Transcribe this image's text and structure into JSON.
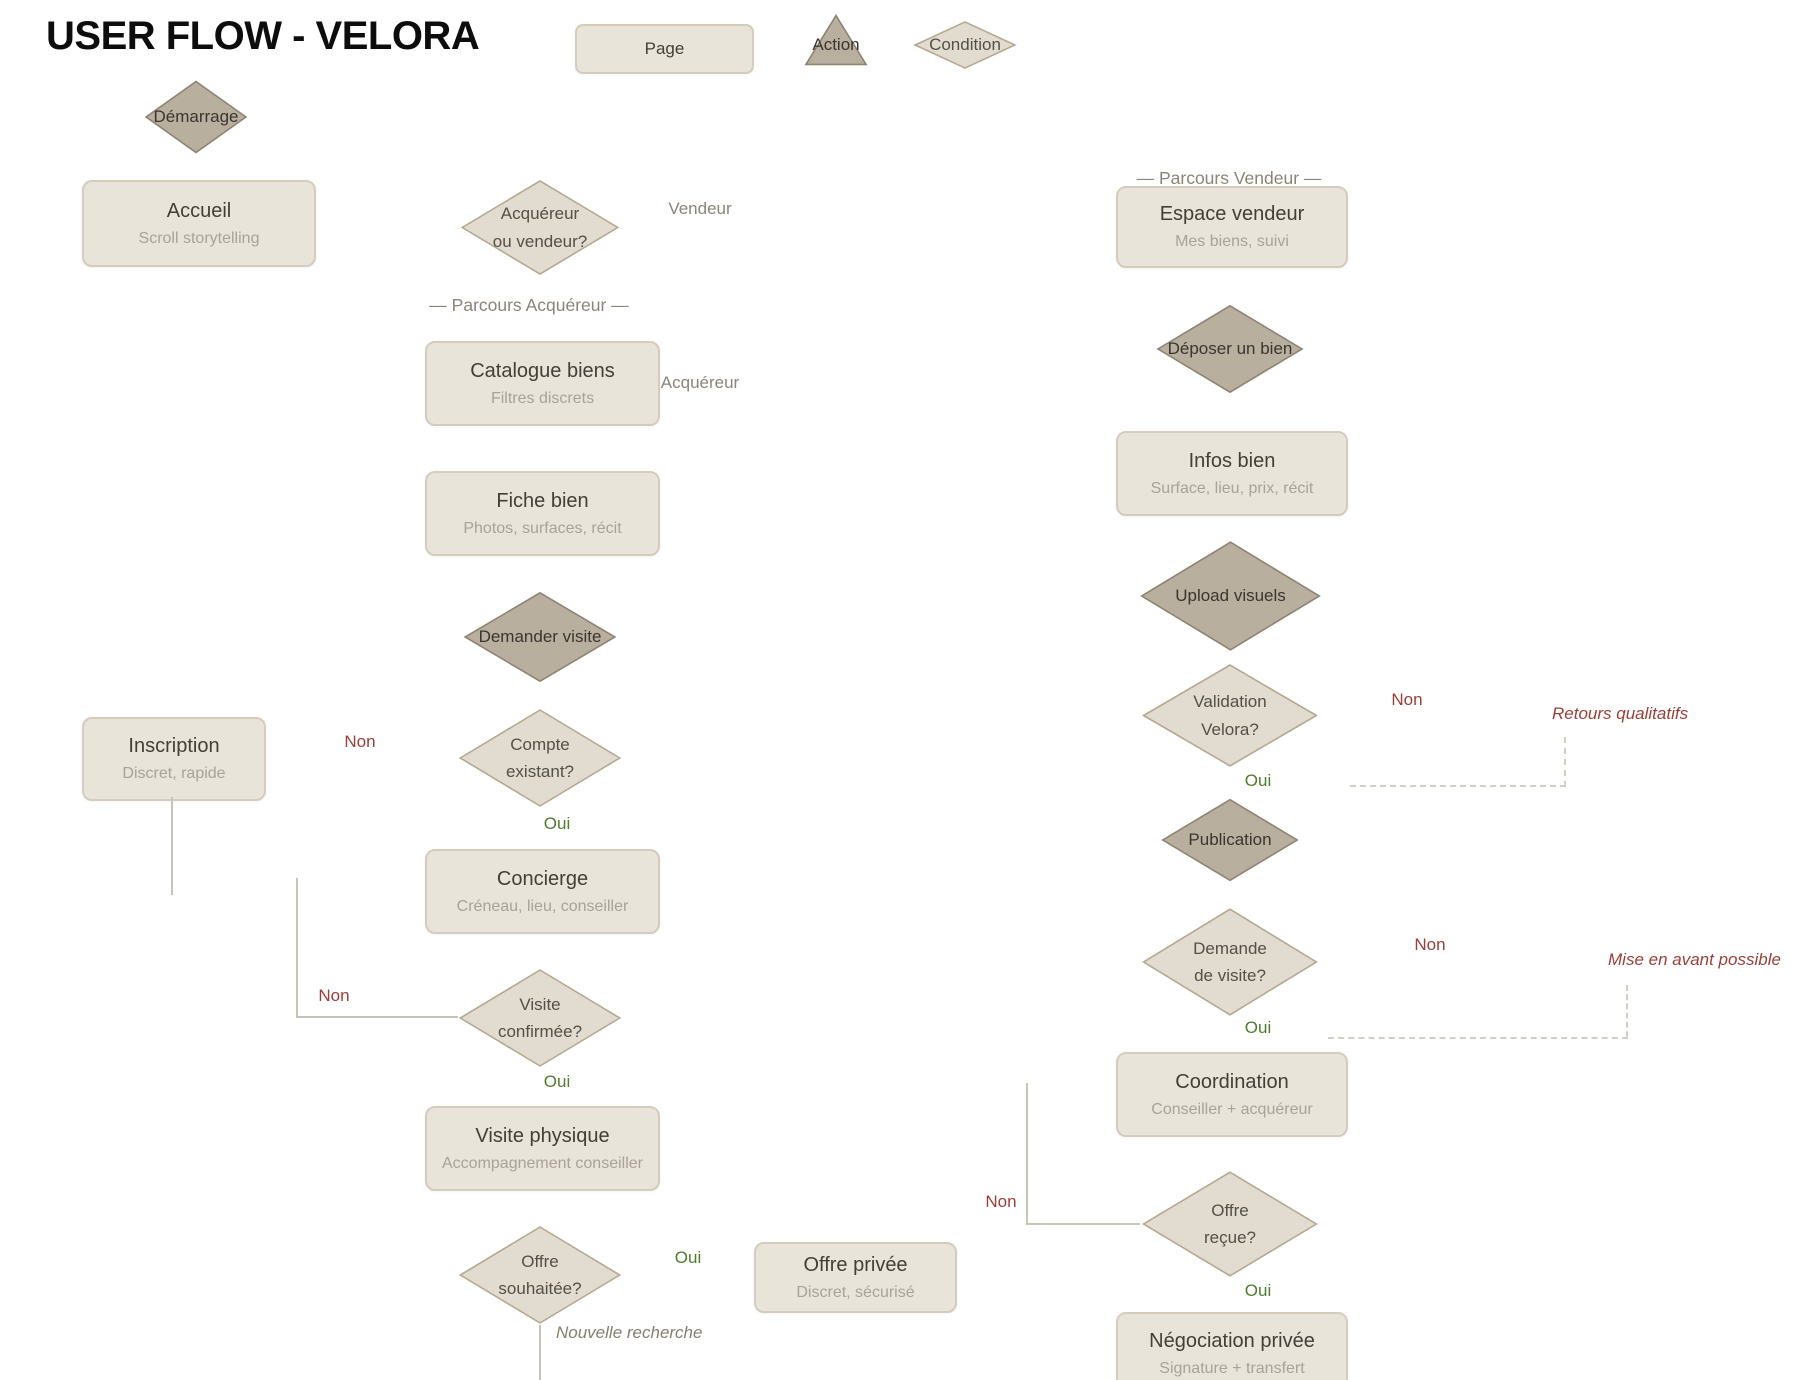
{
  "title": "USER FLOW - VELORA",
  "legend": {
    "page": "Page",
    "action": "Action",
    "condition": "Condition"
  },
  "headings": {
    "vendeur": "— Parcours Vendeur —",
    "acquereur": "— Parcours Acquéreur —"
  },
  "pages": {
    "accueil": {
      "title": "Accueil",
      "subtitle": "Scroll storytelling"
    },
    "espace_vendeur": {
      "title": "Espace vendeur",
      "subtitle": "Mes biens, suivi"
    },
    "catalogue": {
      "title": "Catalogue biens",
      "subtitle": "Filtres discrets"
    },
    "fiche": {
      "title": "Fiche bien",
      "subtitle": "Photos, surfaces, récit"
    },
    "inscription": {
      "title": "Inscription",
      "subtitle": "Discret, rapide"
    },
    "concierge": {
      "title": "Concierge",
      "subtitle": "Créneau, lieu, conseiller"
    },
    "visite_physique": {
      "title": "Visite physique",
      "subtitle": "Accompagnement conseiller"
    },
    "offre_privee": {
      "title": "Offre privée",
      "subtitle": "Discret, sécurisé"
    },
    "infos_bien": {
      "title": "Infos bien",
      "subtitle": "Surface, lieu, prix, récit"
    },
    "coordination": {
      "title": "Coordination",
      "subtitle": "Conseiller + acquéreur"
    },
    "negociation": {
      "title": "Négociation privée",
      "subtitle": "Signature + transfert"
    }
  },
  "actions": {
    "demarrage": "Démarrage",
    "demander_visite": "Demander visite",
    "deposer_bien": "Déposer un bien",
    "upload_visuels": "Upload visuels",
    "publication": "Publication"
  },
  "conditions": {
    "acquereur_vendeur": [
      "Acquéreur",
      "ou vendeur?"
    ],
    "compte": [
      "Compte",
      "existant?"
    ],
    "visite_confirmee": [
      "Visite",
      "confirmée?"
    ],
    "offre_souhaitee": [
      "Offre",
      "souhaitée?"
    ],
    "validation": [
      "Validation",
      "Velora?"
    ],
    "demande_visite": [
      "Demande",
      "de visite?"
    ],
    "offre_recue": [
      "Offre",
      "reçue?"
    ]
  },
  "branch_labels": {
    "vendeur": "Vendeur",
    "acquereur": "Acquéreur",
    "oui": "Oui",
    "non": "Non"
  },
  "annotations": {
    "nouvelle_recherche": "Nouvelle recherche",
    "retours_qualitatifs": "Retours qualitatifs",
    "mise_en_avant": "Mise en avant possible"
  },
  "colors": {
    "page_fill": "#e9e4da",
    "condition_fill": "#e1dccf",
    "action_fill": "#b9af9f",
    "oui": "#4d7c2b",
    "non": "#9a3e38",
    "annotation_red": "#9a3f38"
  }
}
